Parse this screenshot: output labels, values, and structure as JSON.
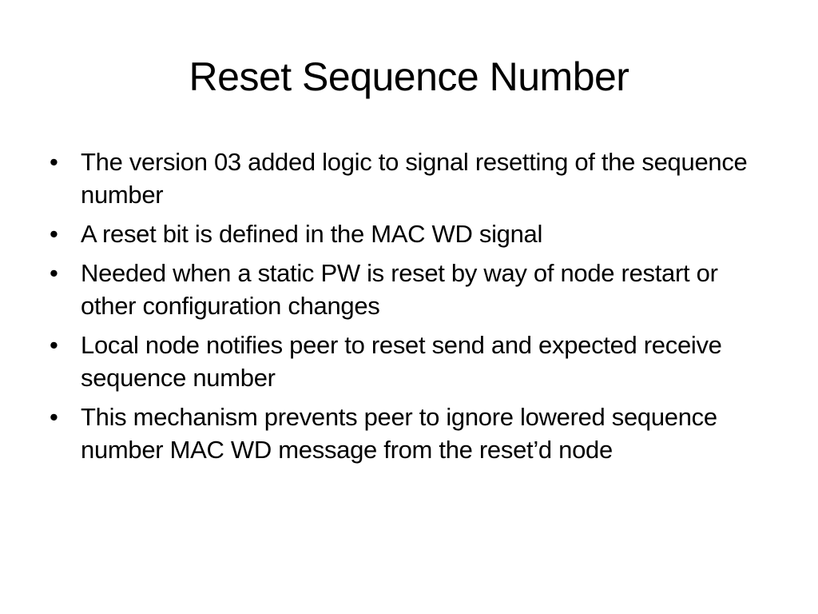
{
  "slide": {
    "title": "Reset Sequence Number",
    "bullet_glyph": "•",
    "bullets": [
      "The version 03 added logic to signal resetting of the sequence number",
      "A reset bit is defined in the MAC WD signal",
      "Needed when a static PW is reset by way of node restart or other configuration changes",
      "Local node notifies peer to reset send and expected receive sequence number",
      "This mechanism prevents peer to ignore lowered sequence number MAC WD message from the reset’d node"
    ]
  }
}
